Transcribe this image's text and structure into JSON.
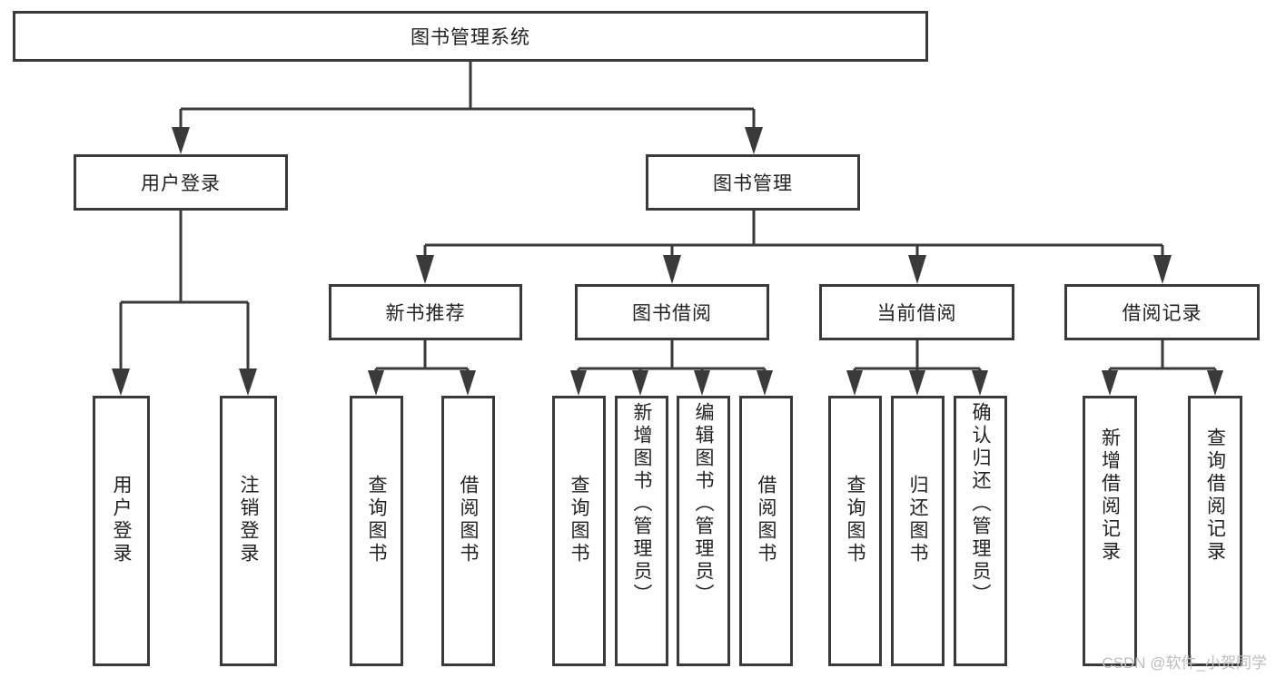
{
  "diagram": {
    "title": "图书管理系统",
    "type": "hierarchy-tree",
    "root": {
      "id": "root",
      "label": "图书管理系统",
      "orientation": "horizontal"
    },
    "level2": [
      {
        "id": "user-login",
        "label": "用户登录",
        "orientation": "horizontal"
      },
      {
        "id": "book-manage",
        "label": "图书管理",
        "orientation": "horizontal"
      }
    ],
    "level3": [
      {
        "id": "new-book-recommend",
        "label": "新书推荐",
        "orientation": "horizontal",
        "parent": "book-manage"
      },
      {
        "id": "book-borrow",
        "label": "图书借阅",
        "orientation": "horizontal",
        "parent": "book-manage"
      },
      {
        "id": "current-borrow",
        "label": "当前借阅",
        "orientation": "horizontal",
        "parent": "book-manage"
      },
      {
        "id": "borrow-record",
        "label": "借阅记录",
        "orientation": "horizontal",
        "parent": "book-manage"
      }
    ],
    "leaves": {
      "user-login": [
        {
          "id": "leaf-user-login",
          "label": "用户登录",
          "orientation": "vertical"
        },
        {
          "id": "leaf-user-logout",
          "label": "注销登录",
          "orientation": "vertical"
        }
      ],
      "new-book-recommend": [
        {
          "id": "leaf-query-book-1",
          "label": "查询图书",
          "orientation": "vertical"
        },
        {
          "id": "leaf-borrow-book-1",
          "label": "借阅图书",
          "orientation": "vertical"
        }
      ],
      "book-borrow": [
        {
          "id": "leaf-query-book-2",
          "label": "查询图书",
          "orientation": "vertical"
        },
        {
          "id": "leaf-add-book",
          "label": "新增图书（管理员）",
          "orientation": "vertical"
        },
        {
          "id": "leaf-edit-book",
          "label": "编辑图书（管理员）",
          "orientation": "vertical"
        },
        {
          "id": "leaf-borrow-book-2",
          "label": "借阅图书",
          "orientation": "vertical"
        }
      ],
      "current-borrow": [
        {
          "id": "leaf-query-book-3",
          "label": "查询图书",
          "orientation": "vertical"
        },
        {
          "id": "leaf-return-book",
          "label": "归还图书",
          "orientation": "vertical"
        },
        {
          "id": "leaf-confirm-return",
          "label": "确认归还（管理员）",
          "orientation": "vertical"
        }
      ],
      "borrow-record": [
        {
          "id": "leaf-add-record",
          "label": "新增借阅记录",
          "orientation": "vertical"
        },
        {
          "id": "leaf-query-record",
          "label": "查询借阅记录",
          "orientation": "vertical"
        }
      ]
    },
    "colors": {
      "stroke": "#3a3a3a",
      "fill": "#ffffff",
      "text": "#222222",
      "watermark": "#bdbdbd",
      "background": "#ffffff"
    }
  },
  "watermark": {
    "text": "CSDN @软件_小贺同学"
  }
}
